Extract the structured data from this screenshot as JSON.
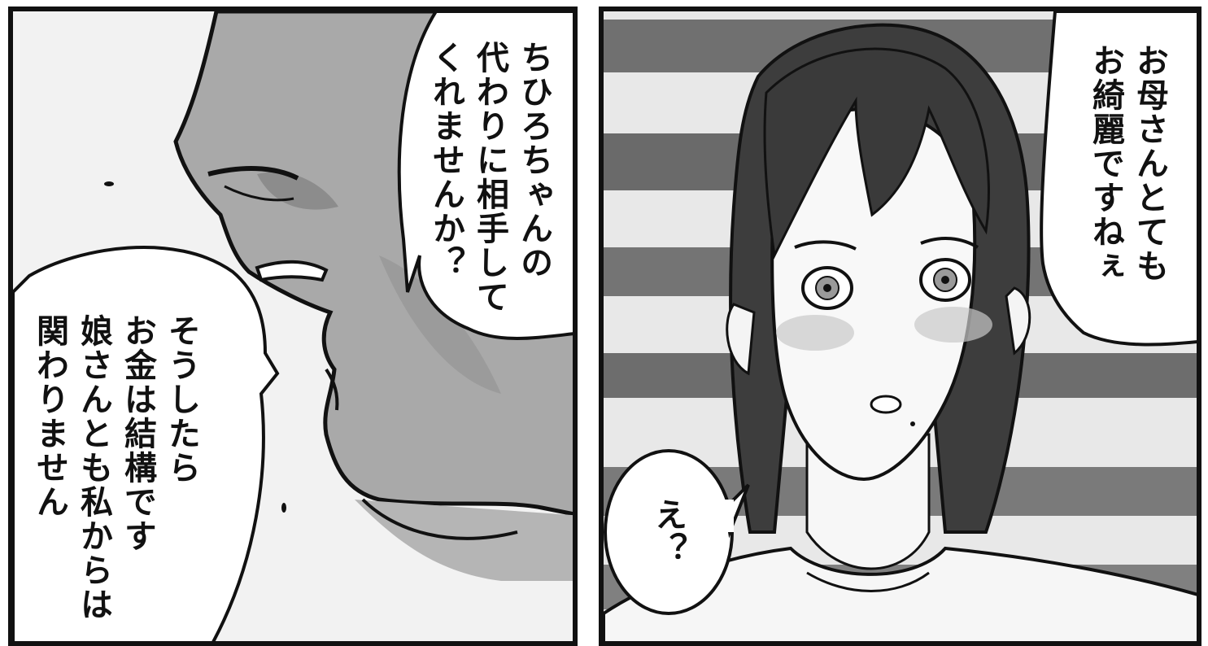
{
  "panels": {
    "left": {
      "bubble_top": "ちひろちゃんの\n代わりに相手して\nくれませんか？",
      "bubble_bottom": "そうしたら\nお金は結構です\n娘さんとも私からは\n関わりません"
    },
    "right": {
      "bubble_top": "お母さんとても\nお綺麗ですねぇ",
      "bubble_bottom": "え？"
    }
  },
  "colors": {
    "ink": "#111111",
    "skin_shadow": "#b8b8b8",
    "hair": "#3a3a3a",
    "stripe_dark": "#6e6e6e",
    "stripe_light": "#e6e6e6"
  }
}
